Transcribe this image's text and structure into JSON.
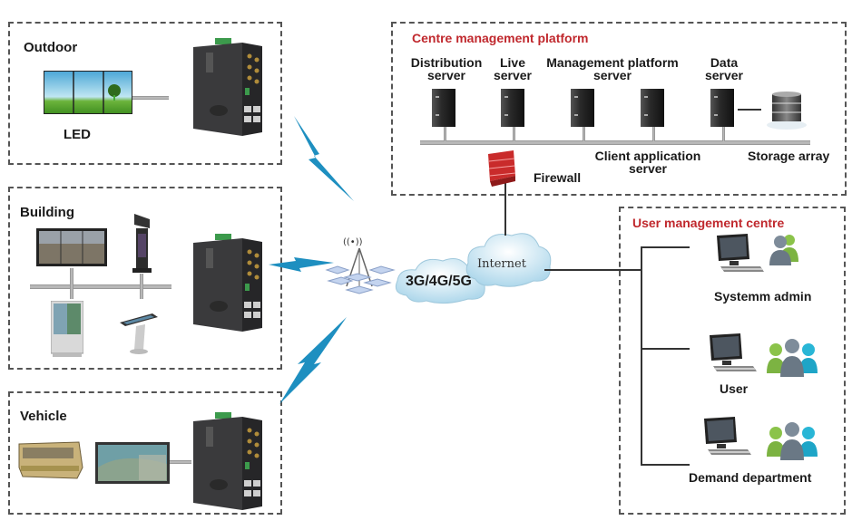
{
  "zones": {
    "outdoor": {
      "title": "Outdoor",
      "devices": [
        {
          "label": "LED",
          "icon": "led-wall-icon"
        }
      ],
      "gateway_icon": "industrial-router-icon"
    },
    "building": {
      "title": "Building",
      "devices": [
        {
          "label": "",
          "icon": "video-wall-icon"
        },
        {
          "label": "",
          "icon": "kiosk-icon"
        },
        {
          "label": "",
          "icon": "floor-signage-icon"
        },
        {
          "label": "",
          "icon": "touch-kiosk-icon"
        }
      ],
      "gateway_icon": "industrial-router-icon"
    },
    "vehicle": {
      "title": "Vehicle",
      "devices": [
        {
          "label": "",
          "icon": "bus-icon"
        },
        {
          "label": "",
          "icon": "vehicle-display-icon"
        }
      ],
      "gateway_icon": "industrial-router-icon"
    }
  },
  "network": {
    "cellular_label": "3G/4G/5G",
    "internet_label": "Internet"
  },
  "centre_platform": {
    "title": "Centre management platform",
    "servers": [
      {
        "line1": "Distribution",
        "line2": "server"
      },
      {
        "line1": "Live",
        "line2": "server"
      },
      {
        "line1": "Management platform",
        "line2": "server"
      },
      {
        "line1": "Client application",
        "line2": "server"
      },
      {
        "line1": "Data",
        "line2": "server"
      }
    ],
    "storage_label": "Storage array",
    "firewall_label": "Firewall"
  },
  "user_centre": {
    "title": "User management centre",
    "nodes": [
      {
        "label": "Systemm admin",
        "group": "two-users-icon"
      },
      {
        "label": "User",
        "group": "three-users-icon"
      },
      {
        "label": "Demand department",
        "group": "three-users-icon"
      }
    ]
  },
  "colors": {
    "accent_red": "#c0282d",
    "bolt_blue": "#1e8fc0",
    "dash_border": "#555555",
    "cloud_blue": "#bfe0ef"
  }
}
